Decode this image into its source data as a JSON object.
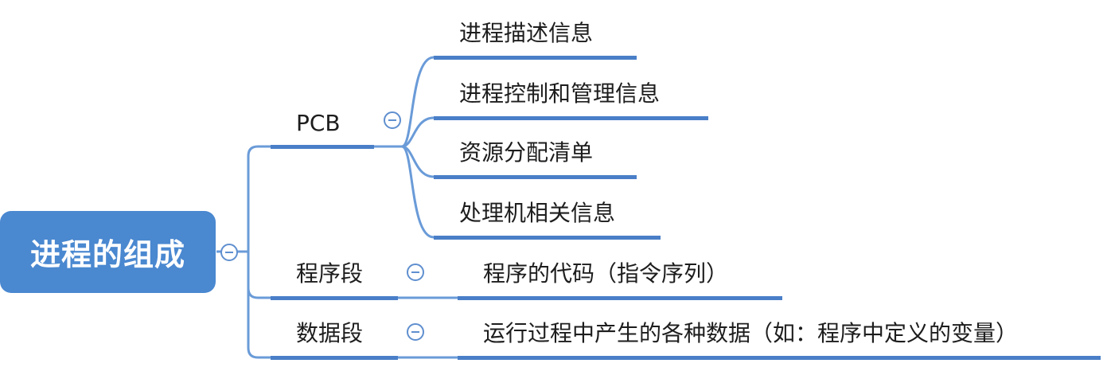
{
  "mindmap": {
    "root": "进程的组成",
    "branches": [
      {
        "label": "PCB",
        "children": [
          "进程描述信息",
          "进程控制和管理信息",
          "资源分配清单",
          "处理机相关信息"
        ]
      },
      {
        "label": "程序段",
        "children": [
          "程序的代码（指令序列）"
        ]
      },
      {
        "label": "数据段",
        "children": [
          "运行过程中产生的各种数据（如：程序中定义的变量）"
        ]
      }
    ]
  },
  "colors": {
    "root_fill": "#4a88d0",
    "connector": "#6a9bd8",
    "underline": "#4a7fc8",
    "text": "#1d1d1d"
  }
}
